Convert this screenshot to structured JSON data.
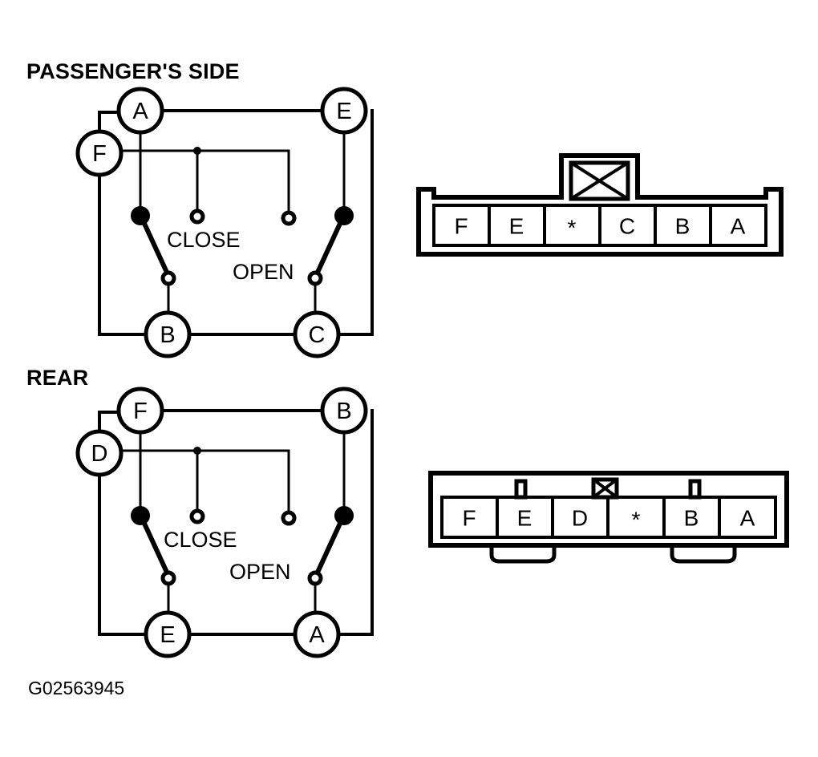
{
  "page": {
    "caption": "G02563945"
  },
  "sections": [
    {
      "id": "passenger-side",
      "title": "PASSENGER'S SIDE",
      "terminals": {
        "top_left": "A",
        "left": "F",
        "top_right": "E",
        "bottom_left": "B",
        "bottom_right": "C"
      },
      "states": {
        "close": "CLOSE",
        "open": "OPEN"
      }
    },
    {
      "id": "rear",
      "title": "REAR",
      "terminals": {
        "top_left": "F",
        "left": "D",
        "top_right": "B",
        "bottom_left": "E",
        "bottom_right": "A"
      },
      "states": {
        "close": "CLOSE",
        "open": "OPEN"
      }
    }
  ],
  "connectors": [
    {
      "id": "connector-top",
      "pins": [
        "F",
        "E",
        "*",
        "C",
        "B",
        "A"
      ],
      "top_tab": "x-box-tab",
      "shell_style": "notched-ends"
    },
    {
      "id": "connector-bottom",
      "pins": [
        "F",
        "E",
        "D",
        "*",
        "B",
        "A"
      ],
      "top_tabs": [
        "post",
        "x-box",
        "post"
      ],
      "bottom_tabs": [
        "rounded-latch",
        "rounded-latch"
      ],
      "shell_style": "plain-rect"
    }
  ],
  "icons": {
    "x_box": "x-box-icon",
    "latch": "latch-icon",
    "post": "post-icon"
  },
  "colors": {
    "ink": "#000000",
    "paper": "#ffffff"
  }
}
